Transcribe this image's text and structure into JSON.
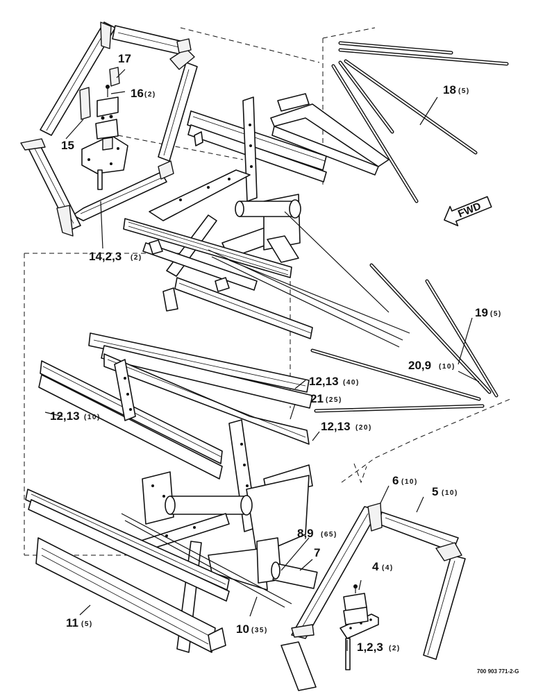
{
  "drawing_number": "700 903 771-2-G",
  "direction_arrow": "FWD",
  "callouts": [
    {
      "id": "c17",
      "number": "17",
      "qty": ""
    },
    {
      "id": "c16",
      "number": "16",
      "qty": "(2)"
    },
    {
      "id": "c15",
      "number": "15",
      "qty": ""
    },
    {
      "id": "c14",
      "number": "14,2,3",
      "qty": "(2)"
    },
    {
      "id": "c18",
      "number": "18",
      "qty": "(5)"
    },
    {
      "id": "c19",
      "number": "19",
      "qty": "(5)"
    },
    {
      "id": "c20",
      "number": "20,9",
      "qty": "(10)"
    },
    {
      "id": "c12a",
      "number": "12,13",
      "qty": "(40)"
    },
    {
      "id": "c21",
      "number": "21",
      "qty": "(25)"
    },
    {
      "id": "c12b",
      "number": "12,13",
      "qty": "(20)"
    },
    {
      "id": "c12c",
      "number": "12,13",
      "qty": "(10)"
    },
    {
      "id": "c6",
      "number": "6",
      "qty": "(10)"
    },
    {
      "id": "c5",
      "number": "5",
      "qty": "(10)"
    },
    {
      "id": "c8",
      "number": "8,9",
      "qty": "(65)"
    },
    {
      "id": "c7",
      "number": "7",
      "qty": ""
    },
    {
      "id": "c4",
      "number": "4",
      "qty": "(4)"
    },
    {
      "id": "c10",
      "number": "10",
      "qty": "(35)"
    },
    {
      "id": "c11",
      "number": "11",
      "qty": "(5)"
    },
    {
      "id": "c1",
      "number": "1,2,3",
      "qty": "(2)"
    }
  ],
  "icons": {
    "direction": "fwd-arrow-icon",
    "hardware": "bolt-icon"
  }
}
